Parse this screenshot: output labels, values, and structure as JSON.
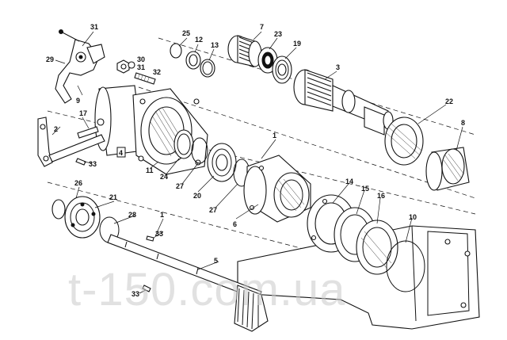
{
  "callouts": {
    "c31a": "31",
    "c29": "29",
    "c9": "9",
    "c30": "30",
    "c31b": "31",
    "c32": "32",
    "c25": "25",
    "c12": "12",
    "c13": "13",
    "c7": "7",
    "c23": "23",
    "c19": "19",
    "c3": "3",
    "c22": "22",
    "c8": "8",
    "c2": "2",
    "c17": "17",
    "c4": "4",
    "c33a": "33",
    "c11": "11",
    "c24": "24",
    "c27a": "27",
    "c20": "20",
    "c27b": "27",
    "c1a": "1",
    "c26": "26",
    "c21": "21",
    "c28": "28",
    "c1b": "1",
    "c33b": "33",
    "c6": "6",
    "c14": "14",
    "c15": "15",
    "c16": "16",
    "c10": "10",
    "c5": "5",
    "c33c": "33"
  },
  "watermark": "t-150.com.ua"
}
